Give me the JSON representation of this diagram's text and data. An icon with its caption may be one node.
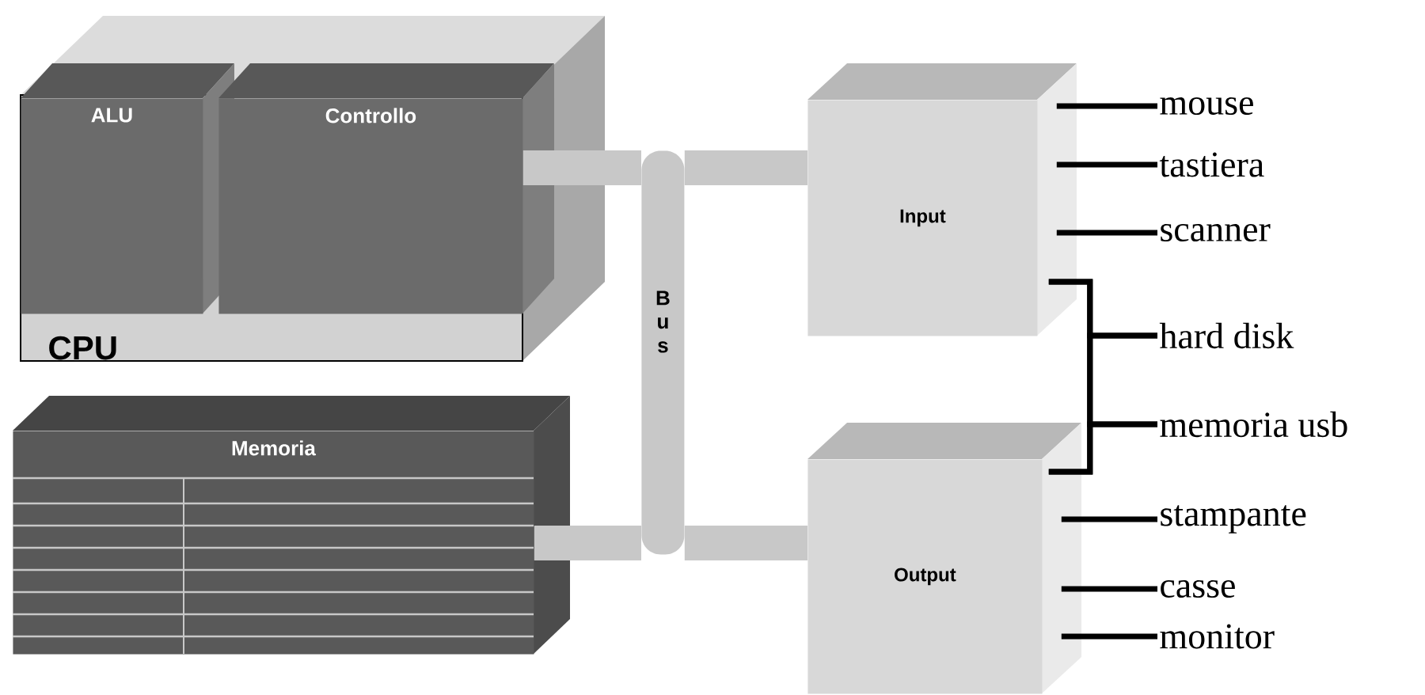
{
  "diagram": {
    "nodes": [
      {
        "text": [
          "CPU"
        ]
      },
      {
        "text": [
          "ALU"
        ],
        "in": 0
      },
      {
        "text": [
          "Controllo"
        ],
        "in": 0
      },
      {
        "text": [
          "Memoria"
        ]
      },
      {
        "text": [
          "Bus"
        ]
      },
      {
        "text": [
          "Input"
        ]
      },
      {
        "text": [
          "Output"
        ]
      },
      {
        "text": [
          "mouse"
        ]
      },
      {
        "text": [
          "tastiera"
        ]
      },
      {
        "text": [
          "scanner"
        ]
      },
      {
        "text": [
          "hard disk"
        ]
      },
      {
        "text": [
          "memoria usb"
        ]
      },
      {
        "text": [
          "stampante"
        ]
      },
      {
        "text": [
          "casse"
        ]
      },
      {
        "text": [
          "monitor"
        ]
      }
    ],
    "edges": [
      {
        "from": 0,
        "to": 4,
        "arrow": "none",
        "style": "thick",
        "color": "#c8c8c8"
      },
      {
        "from": 4,
        "to": 5,
        "arrow": "none",
        "style": "thick",
        "color": "#c8c8c8"
      },
      {
        "from": 3,
        "to": 4,
        "arrow": "none",
        "style": "thick",
        "color": "#c8c8c8"
      },
      {
        "from": 4,
        "to": 6,
        "arrow": "none",
        "style": "thick",
        "color": "#c8c8c8"
      },
      {
        "from": 5,
        "to": 7,
        "arrow": "none"
      },
      {
        "from": 5,
        "to": 8,
        "arrow": "none"
      },
      {
        "from": 5,
        "to": 9,
        "arrow": "none"
      },
      {
        "from": 5,
        "to": 10,
        "arrow": "none"
      },
      {
        "from": 5,
        "to": 11,
        "arrow": "none"
      },
      {
        "from": 6,
        "to": 10,
        "arrow": "none"
      },
      {
        "from": 6,
        "to": 11,
        "arrow": "none"
      },
      {
        "from": 6,
        "to": 12,
        "arrow": "none"
      },
      {
        "from": 6,
        "to": 13,
        "arrow": "none"
      },
      {
        "from": 6,
        "to": 14,
        "arrow": "none"
      }
    ]
  }
}
